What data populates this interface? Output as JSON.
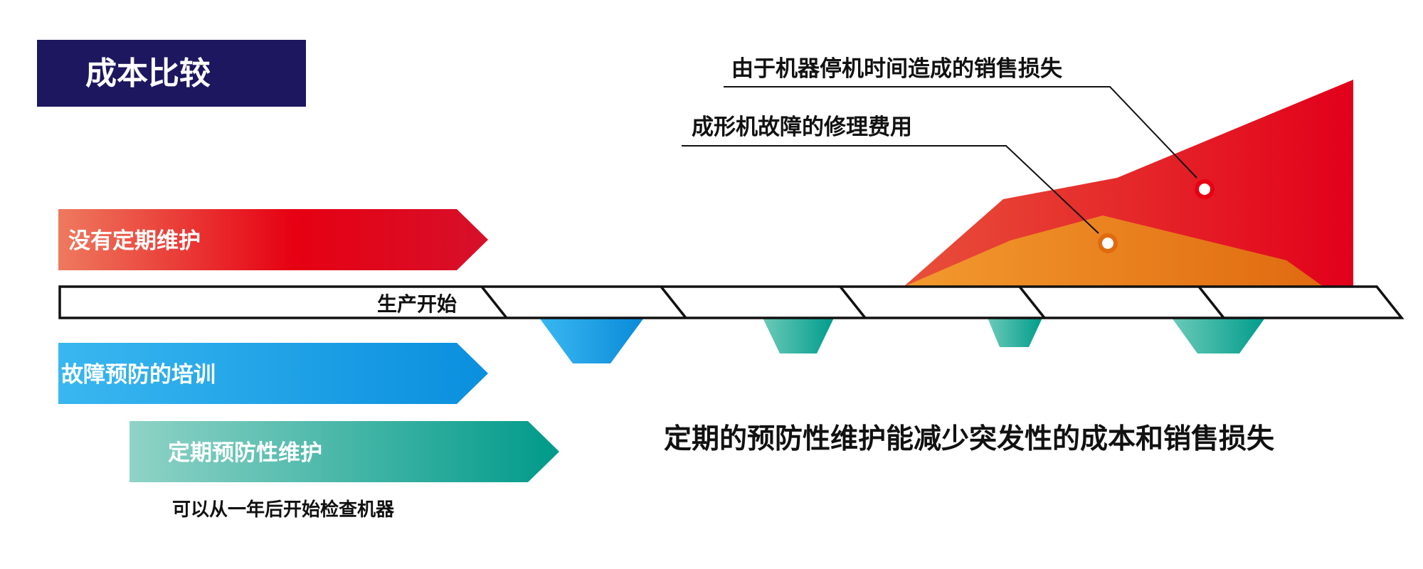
{
  "title": "成本比较",
  "arrows": {
    "no_maintenance": "没有定期维护",
    "prevention_training": "故障预防的培训",
    "preventive_maintenance": "定期预防性维护"
  },
  "timeline": {
    "start_label": "生产开始"
  },
  "annotations": {
    "sales_loss": "由于机器停机时间造成的销售损失",
    "repair_cost": "成形机故障的修理费用"
  },
  "note": "可以从一年后开始检查机器",
  "conclusion": "定期的预防性维护能减少突发性的成本和销售损失",
  "colors": {
    "title_bg": "#1d1760",
    "red": "#e60012",
    "orange": "#f08a1a",
    "blue": "#1a9ee6",
    "teal": "#0aa89a"
  }
}
